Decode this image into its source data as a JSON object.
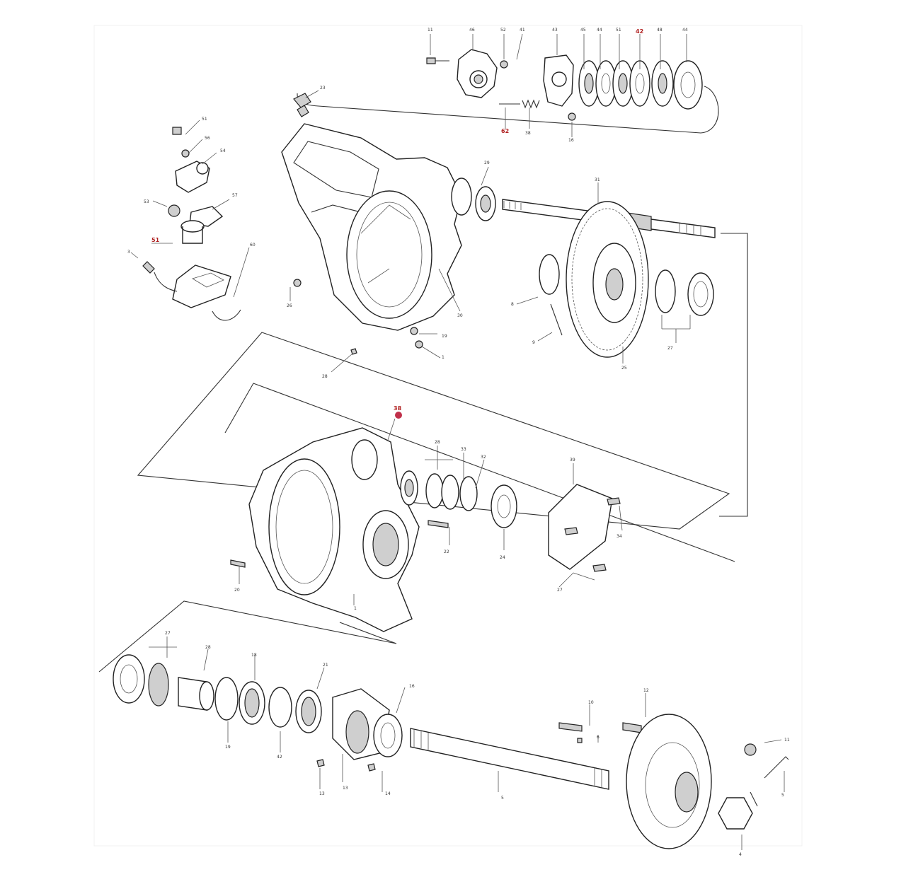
{
  "colors": {
    "line": "#333333",
    "paper": "#ffffff",
    "red_label": "#b02020",
    "highlight": "#c0304a"
  },
  "labels": {
    "l51": "51",
    "l62": "62",
    "l42": "42",
    "l38": "38"
  }
}
